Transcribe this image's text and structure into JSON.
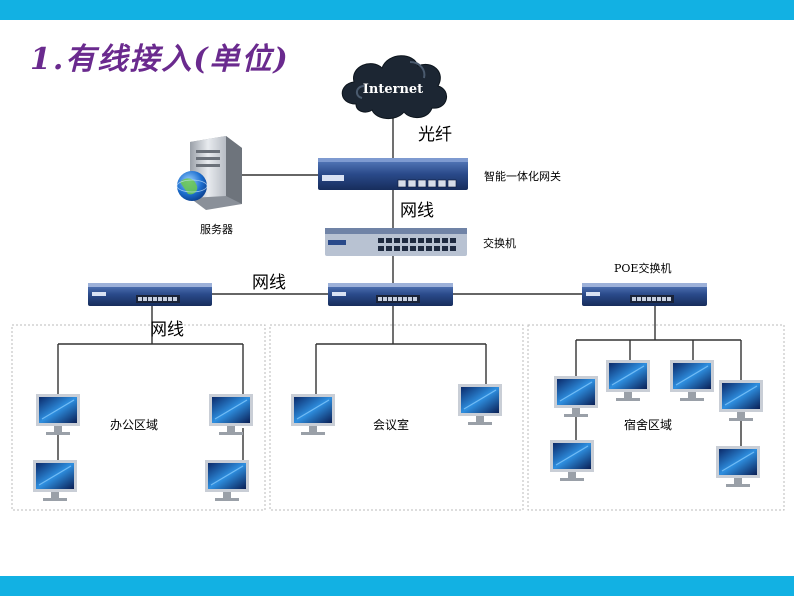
{
  "title": "1.有线接入(单位)",
  "cloud": {
    "label": "Internet"
  },
  "links": {
    "fiber": "光纤",
    "cable_gateway": "网线",
    "cable_switch": "网线",
    "cable_office": "网线"
  },
  "devices": {
    "gateway": "智能一体化网关",
    "server": "服务器",
    "core_switch": "交换机",
    "poe_switch": "POE交换机"
  },
  "areas": {
    "office": "办公区域",
    "meeting": "会议室",
    "dorm": "宿舍区域"
  },
  "colors": {
    "header_bar": "#12b1e3",
    "title": "#6a2a8e",
    "device_body": "#2a4a8a",
    "cloud": "#1c2633"
  }
}
